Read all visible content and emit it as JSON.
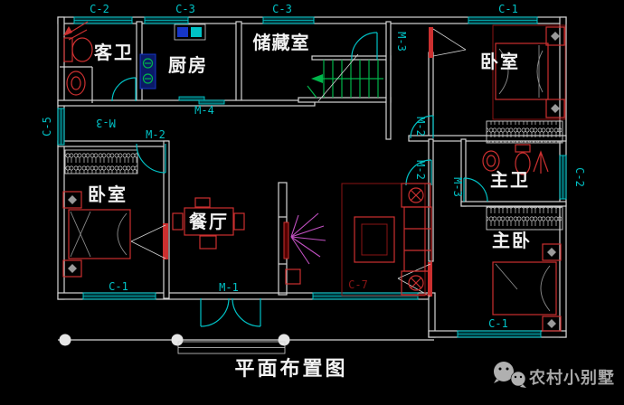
{
  "title": "平面布置图",
  "watermark": {
    "label": "农村小别墅",
    "icon": "wechat-icon"
  },
  "rooms": {
    "guest_bath": "客卫",
    "kitchen": "厨房",
    "storage": "储藏室",
    "bedroom_top": "卧室",
    "bedroom_left": "卧室",
    "dining": "餐厅",
    "master_bath": "主卫",
    "master_bedroom": "主卧"
  },
  "window_labels": {
    "c2_top": "C-2",
    "c3_top_left": "C-3",
    "c3_top_right": "C-3",
    "c1_top": "C-1",
    "c5_left": "C-5",
    "c1_bottom_left": "C-1",
    "c7_living": "C-7",
    "c1_bottom_right": "C-1",
    "c2_right": "C-2"
  },
  "door_labels": {
    "m3_guest_bath": "M-3",
    "m4_kitchen": "M-4",
    "m2_bedroom_left": "M-2",
    "m3_stair_hall": "M-3",
    "m2_hall_upper": "M-2",
    "m2_hall_lower": "M-2",
    "m3_master_bath": "M-3",
    "m1_entrance": "M-1"
  },
  "colors": {
    "background": "#000000",
    "wall": "#d4d4d4",
    "cyan": "#00c2c6",
    "red": "#cc3030",
    "dark_red": "#8a1515",
    "green": "#00b44a",
    "magenta": "#c050c0",
    "blue": "#1636c8",
    "text_white": "#f2f2f2",
    "watermark_gray": "#a8a8a8"
  }
}
